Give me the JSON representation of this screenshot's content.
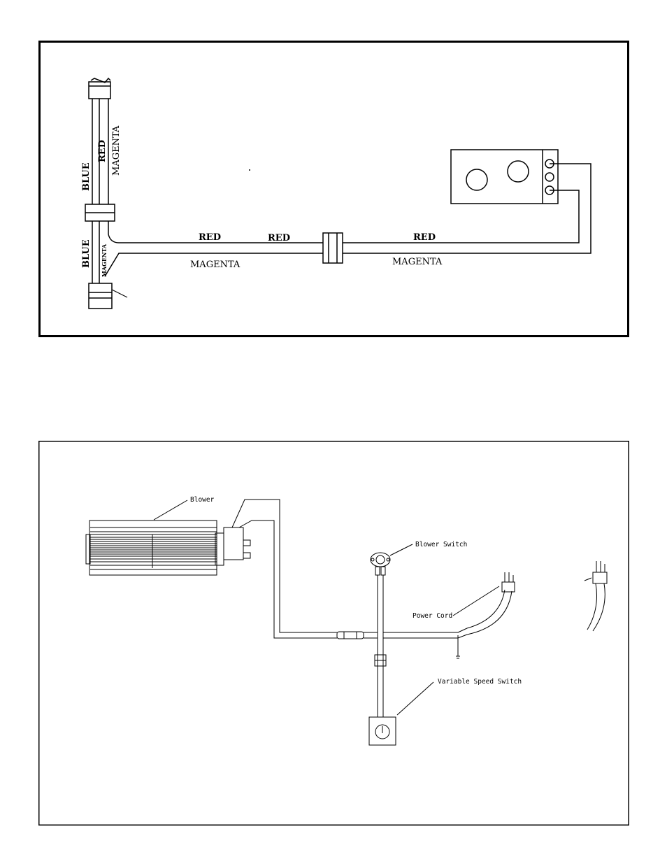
{
  "top_diagram": {
    "labels": {
      "blue_upper": "BLUE",
      "red_upper": "RED",
      "magenta_upper": "MAGENTA",
      "blue_lower": "BLUE",
      "magenta_small": "MAGENTA",
      "red_1": "RED",
      "red_2": "RED",
      "red_3": "RED",
      "magenta_1": "MAGENTA",
      "magenta_2": "MAGENTA"
    }
  },
  "bottom_diagram": {
    "labels": {
      "blower": "Blower",
      "blower_switch": "Blower Switch",
      "power_cord": "Power Cord",
      "variable_speed_switch": "Variable Speed Switch"
    }
  }
}
